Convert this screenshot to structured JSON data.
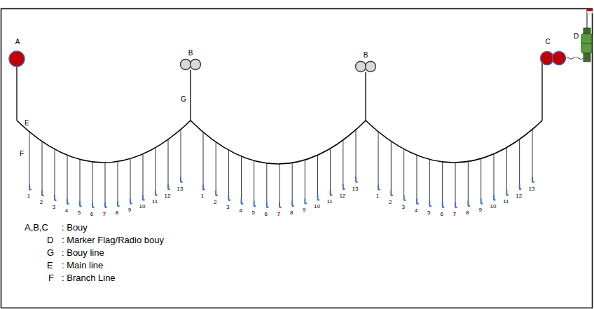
{
  "diagram": {
    "nodes": [
      {
        "text": [
          "A"
        ]
      },
      {
        "text": [
          "B"
        ]
      },
      {
        "text": [
          "B"
        ]
      },
      {
        "text": [
          "C"
        ]
      },
      {
        "text": [
          "D"
        ]
      }
    ],
    "edges": [
      {
        "from": 3,
        "to": 4,
        "arrow": "none"
      }
    ],
    "labels": [
      "E",
      "F",
      "G",
      "1",
      "2",
      "3",
      "4",
      "5",
      "6",
      "7",
      "8",
      "9",
      "10",
      "11",
      "12",
      "13",
      "1",
      "2",
      "3",
      "4",
      "5",
      "6",
      "7",
      "8",
      "9",
      "10",
      "11",
      "12",
      "13",
      "1",
      "2",
      "3",
      "4",
      "5",
      "6",
      "7",
      "8",
      "9",
      "10",
      "11",
      "12",
      "13",
      "A,B,C",
      ": Bouy",
      "D",
      ": Marker Flag/Radio bouy",
      "G",
      ": Bouy line",
      "E",
      ": Main line",
      "F",
      ": Branch Line"
    ]
  }
}
